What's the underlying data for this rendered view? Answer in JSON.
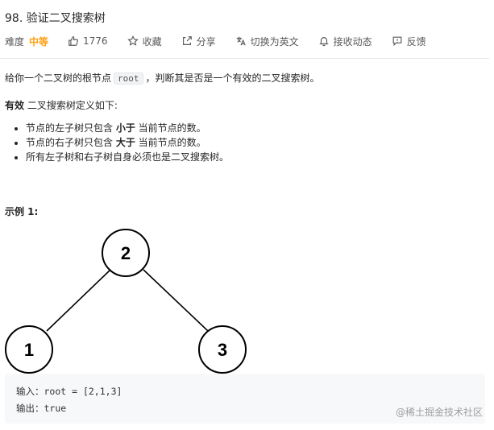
{
  "problem": {
    "title": "98. 验证二叉搜索树",
    "difficulty_label": "难度",
    "difficulty_value": "中等",
    "likes": "1776",
    "favorite_label": "收藏",
    "share_label": "分享",
    "switch_lang_label": "切换为英文",
    "subscribe_label": "接收动态",
    "feedback_label": "反馈"
  },
  "description": {
    "intro_before": "给你一个二叉树的根节点",
    "intro_code": "root",
    "intro_after": "，判断其是否是一个有效的二叉搜索树。",
    "def_bold": "有效",
    "def_rest": "二叉搜索树定义如下:",
    "rules": [
      {
        "before": "节点的左子树只包含 ",
        "bold": "小于",
        "after": " 当前节点的数。"
      },
      {
        "before": "节点的右子树只包含 ",
        "bold": "大于",
        "after": " 当前节点的数。"
      },
      {
        "before": "所有左子树和右子树自身必须也是二叉搜索树。",
        "bold": "",
        "after": ""
      }
    ]
  },
  "example": {
    "label": "示例 1:",
    "tree": {
      "root": "2",
      "left": "1",
      "right": "3"
    },
    "input_line": "输入：root = [2,1,3]",
    "output_line": "输出：true"
  },
  "watermark": "@稀土掘金技术社区",
  "icons": [
    "thumb-up-icon",
    "star-icon",
    "share-icon",
    "translate-icon",
    "bell-icon",
    "feedback-icon"
  ]
}
